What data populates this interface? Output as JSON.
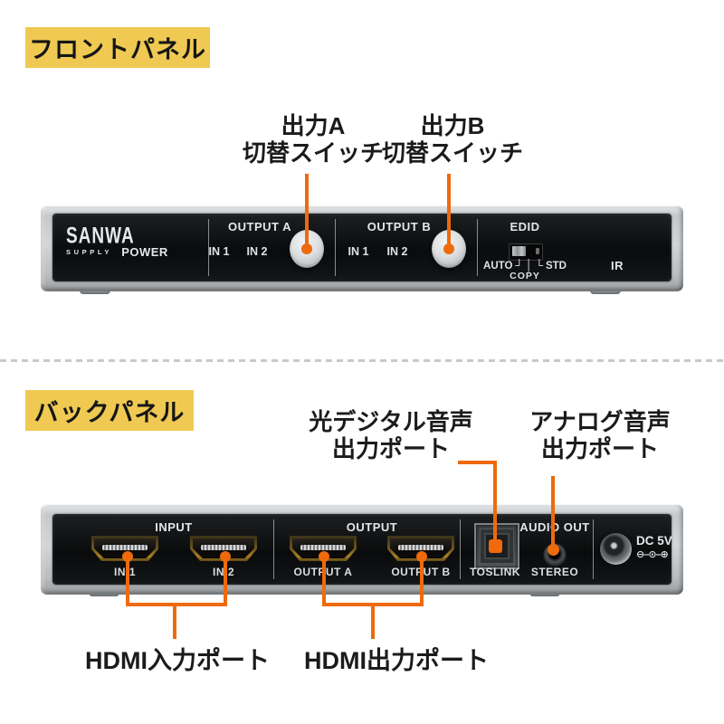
{
  "colors": {
    "label_yellow": "#EFC952",
    "leader_orange": "#EE6A0C",
    "device_face": "#0e1012"
  },
  "front": {
    "section_label": "フロントパネル",
    "ann_a_line1": "出力A",
    "ann_a_line2": "切替スイッチ",
    "ann_b_line1": "出力B",
    "ann_b_line2": "切替スイッチ",
    "device": {
      "brand_top": "SANWA",
      "brand_bottom": "SUPPLY",
      "power": "POWER",
      "out_a_title": "OUTPUT A",
      "out_a_in1": "IN 1",
      "out_a_in2": "IN 2",
      "out_b_title": "OUTPUT B",
      "out_b_in1": "IN 1",
      "out_b_in2": "IN 2",
      "edid_title": "EDID",
      "edid_auto": "AUTO",
      "edid_mark_l": "┘",
      "edid_mark_m": "│",
      "edid_mark_r": "└",
      "edid_std": "STD",
      "edid_copy": "COPY",
      "ir": "IR"
    }
  },
  "back": {
    "section_label": "バックパネル",
    "ann_toslink_line1": "光デジタル音声",
    "ann_toslink_line2": "出力ポート",
    "ann_stereo_line1": "アナログ音声",
    "ann_stereo_line2": "出力ポート",
    "ann_hdmi_in": "HDMI入力ポート",
    "ann_hdmi_out": "HDMI出力ポート",
    "device": {
      "input_title": "INPUT",
      "in1": "IN 1",
      "in2": "IN 2",
      "output_title": "OUTPUT",
      "out_a": "OUTPUT A",
      "out_b": "OUTPUT B",
      "toslink": "TOSLINK",
      "audio_out": "AUDIO OUT",
      "stereo": "STEREO",
      "dc": "DC 5V",
      "dc_polarity": "⊖–⊙–⊕"
    }
  }
}
